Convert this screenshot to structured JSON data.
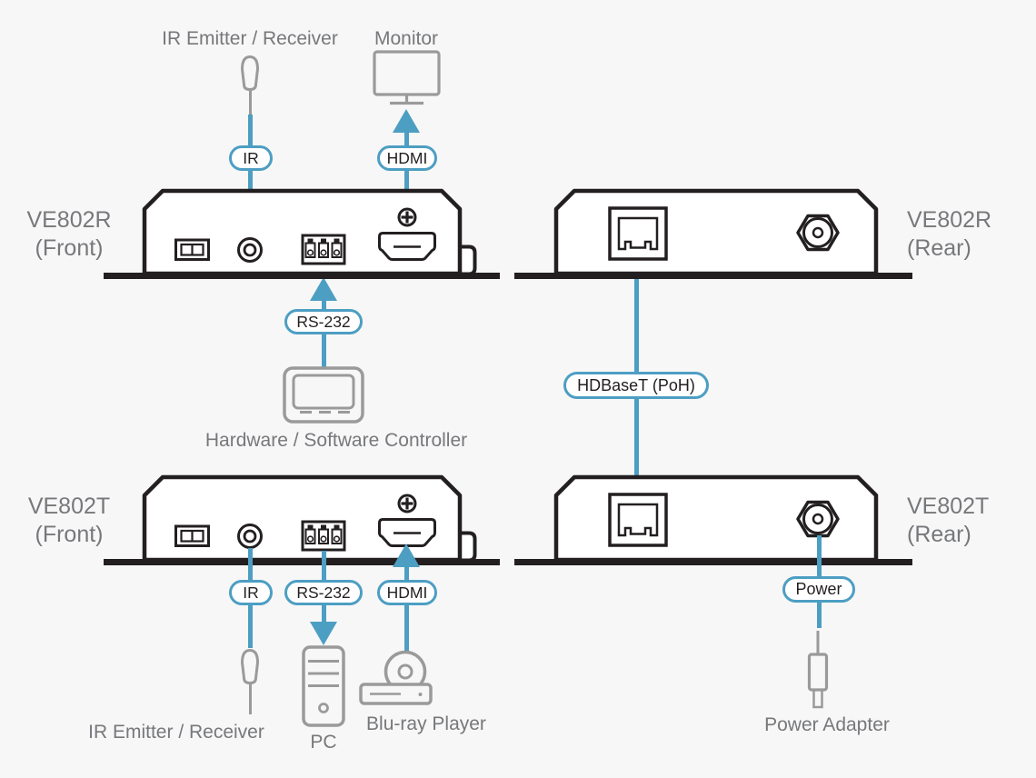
{
  "colors": {
    "accent": "#4d9ec3",
    "icon_gray": "#9a9a9a",
    "text_gray": "#77787b",
    "device_stroke": "#231f20",
    "background": "#f7f7f7",
    "badge_bg": "#ffffff"
  },
  "diagram": {
    "left_top": {
      "ir_label": "IR Emitter / Receiver",
      "monitor_label": "Monitor",
      "device_name": "VE802R",
      "device_view": "(Front)",
      "badge_ir": "IR",
      "badge_hdmi": "HDMI",
      "badge_rs232": "RS-232",
      "controller_label": "Hardware / Software Controller"
    },
    "left_bottom": {
      "device_name": "VE802T",
      "device_view": "(Front)",
      "badge_ir": "IR",
      "badge_rs232": "RS-232",
      "badge_hdmi": "HDMI",
      "ir_label": "IR Emitter / Receiver",
      "pc_label": "PC",
      "bluray_label": "Blu-ray Player"
    },
    "right_top": {
      "device_name": "VE802R",
      "device_view": "(Rear)"
    },
    "right_bottom": {
      "device_name": "VE802T",
      "device_view": "(Rear)",
      "badge_power": "Power",
      "power_adapter_label": "Power Adapter"
    },
    "link": {
      "badge_hdbaset": "HDBaseT (PoH)"
    }
  }
}
